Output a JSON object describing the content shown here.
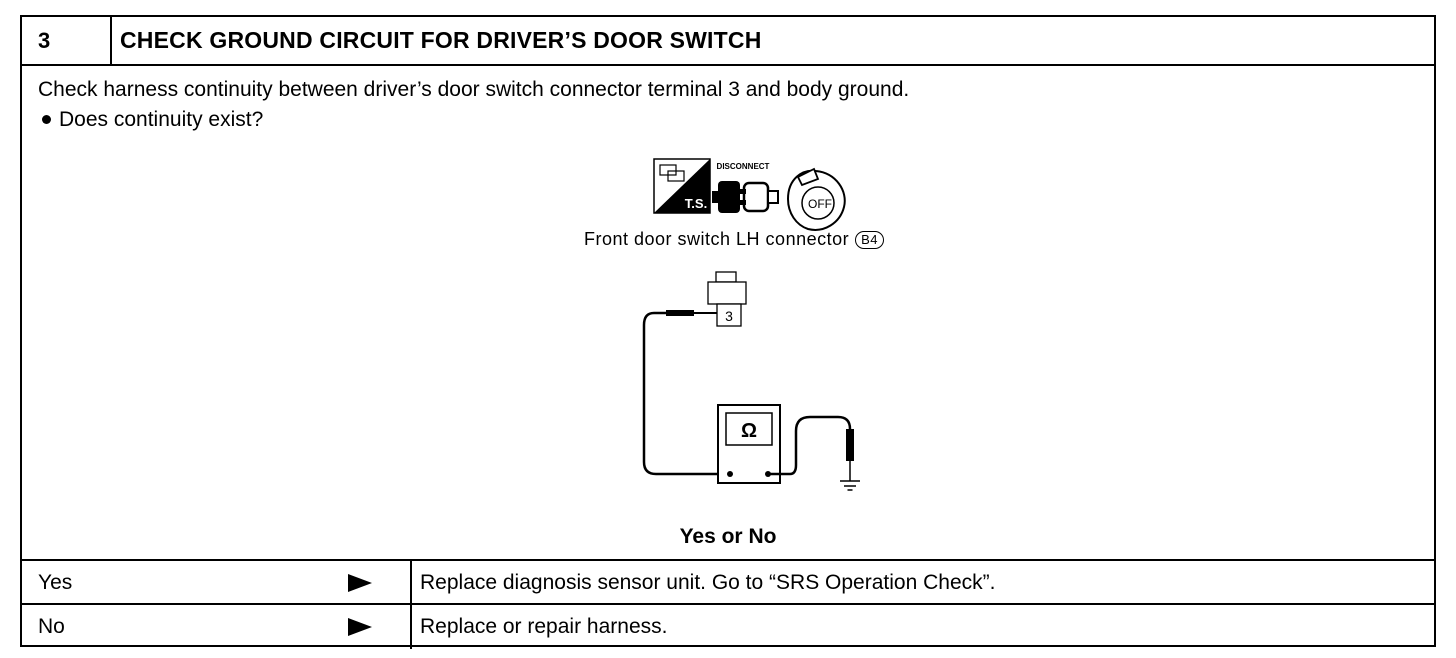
{
  "header": {
    "step_number": "3",
    "title": "CHECK GROUND CIRCUIT FOR DRIVER’S DOOR SWITCH"
  },
  "instructions": {
    "line1": "Check harness continuity between driver’s door switch connector terminal 3 and body ground.",
    "bullet": "Does continuity exist?"
  },
  "diagram": {
    "icon_ts_label": "T.S.",
    "icon_disconnect_label": "DISCONNECT",
    "icon_key_label": "OFF",
    "connector_label": "Front door switch LH connector",
    "connector_code": "B4",
    "terminal": "3",
    "meter_symbol": "Ω"
  },
  "question": "Yes or No",
  "results": [
    {
      "answer": "Yes",
      "action": "Replace diagnosis sensor unit. Go to “SRS Operation Check”."
    },
    {
      "answer": "No",
      "action": "Replace or repair harness."
    }
  ]
}
